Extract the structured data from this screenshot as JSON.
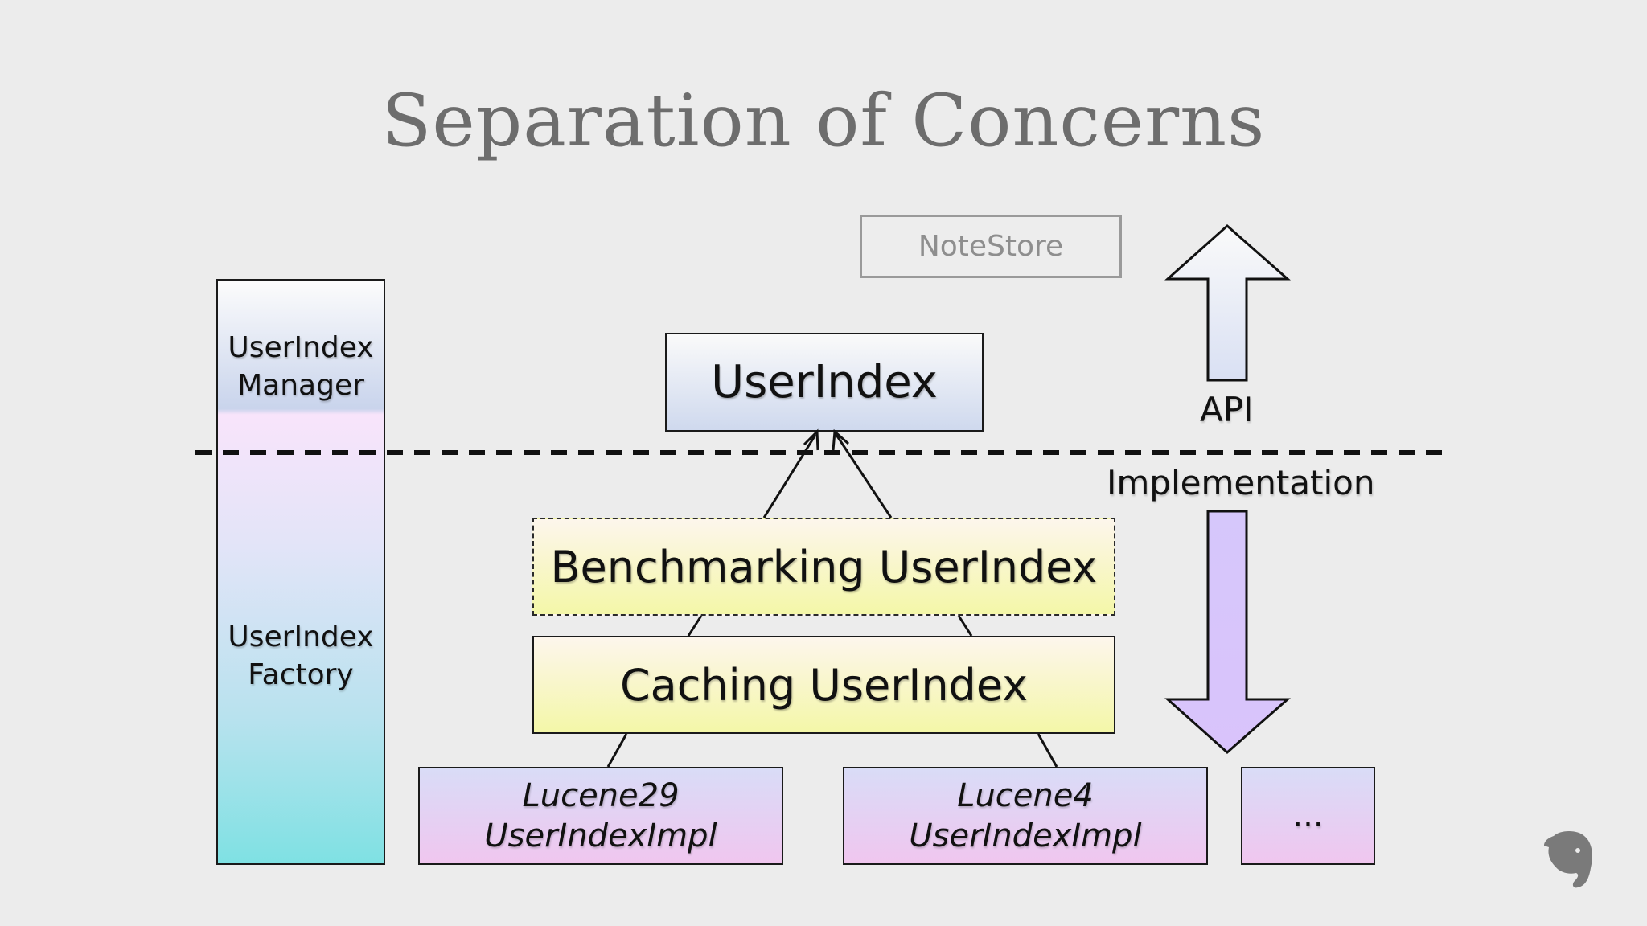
{
  "title": "Separation of Concerns",
  "notestore": "NoteStore",
  "userindex": "UserIndex",
  "benchmarking": "Benchmarking UserIndex",
  "caching": "Caching UserIndex",
  "impls": [
    {
      "line1": "Lucene29",
      "line2": "UserIndexImpl"
    },
    {
      "line1": "Lucene4",
      "line2": "UserIndexImpl"
    },
    {
      "line1": "..."
    }
  ],
  "sidebar": {
    "manager": {
      "line1": "UserIndex",
      "line2": "Manager"
    },
    "factory": {
      "line1": "UserIndex",
      "line2": "Factory"
    }
  },
  "labels": {
    "api": "API",
    "implementation": "Implementation"
  },
  "colors": {
    "api_arrow": "#e4e9f6",
    "impl_arrow": "#d7c6fb",
    "title": "#6d6d6d"
  }
}
